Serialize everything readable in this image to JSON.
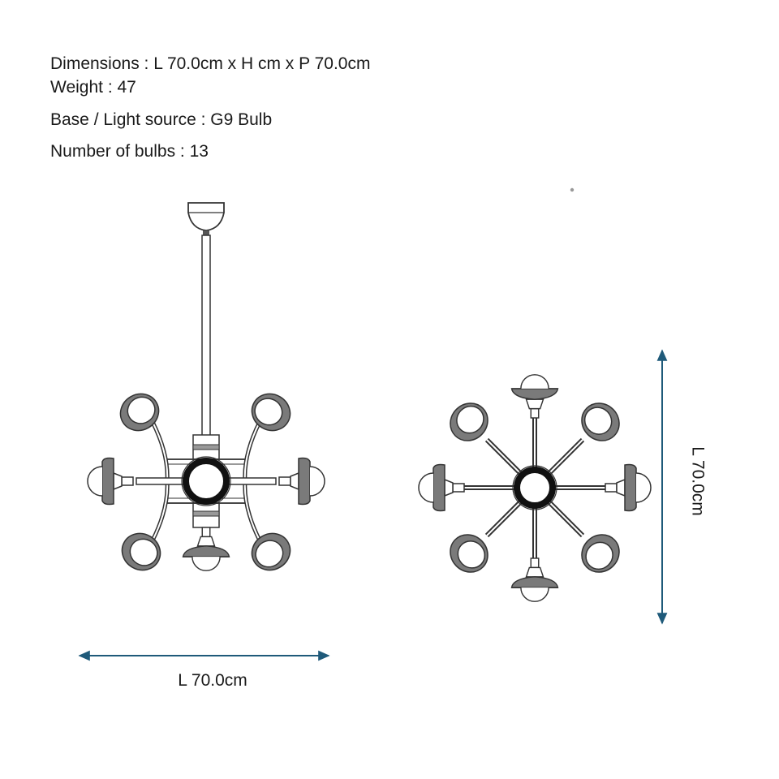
{
  "specs": {
    "dimensions": "Dimensions : L 70.0cm x H cm x P 70.0cm",
    "weight": "Weight : 47",
    "base": "Base / Light source : G9 Bulb",
    "bulbs": "Number of bulbs : 13"
  },
  "dimension_labels": {
    "width": "L 70.0cm",
    "depth": "L 70.0cm"
  },
  "colors": {
    "dimension_arrow": "#1f5a7a",
    "shade_fill": "#7a7a7a",
    "line": "#333333"
  }
}
